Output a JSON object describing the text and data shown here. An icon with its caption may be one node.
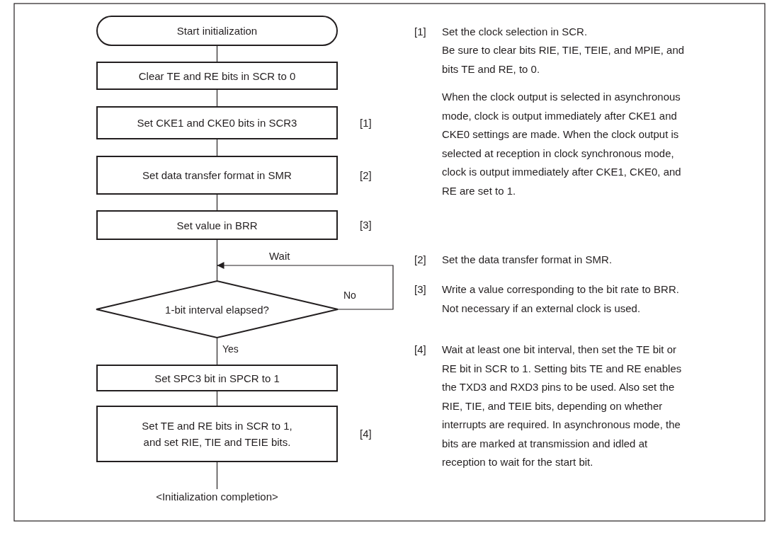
{
  "diagram": {
    "nodes": [
      {
        "text": [
          "Start initialization"
        ]
      },
      {
        "text": [
          "Clear TE and RE bits in SCR to 0"
        ]
      },
      {
        "text": [
          "Set CKE1 and CKE0 bits in SCR3"
        ],
        "beside": [
          "[1]"
        ]
      },
      {
        "text": [
          "Set data transfer format in SMR"
        ],
        "beside": [
          "[2]"
        ]
      },
      {
        "text": [
          "Set value in BRR"
        ],
        "beside": [
          "[3]"
        ]
      },
      {
        "text": [
          "1-bit interval elapsed?"
        ]
      },
      {
        "text": [
          "Set SPC3 bit in SPCR to 1"
        ]
      },
      {
        "text": [
          "Set TE and RE bits in SCR to 1, and set RIE, TIE and TEIE bits."
        ],
        "beside": [
          "[4]"
        ]
      },
      {
        "text": [
          "<Initialization completion>"
        ]
      }
    ],
    "edges": [
      {
        "from": 0,
        "to": 1,
        "arrow": "none"
      },
      {
        "from": 1,
        "to": 2,
        "arrow": "none"
      },
      {
        "from": 2,
        "to": 3,
        "arrow": "none"
      },
      {
        "from": 3,
        "to": 4,
        "arrow": "none"
      },
      {
        "from": 4,
        "to": 5,
        "arrow": "none"
      },
      {
        "from": 5,
        "to": 5,
        "label": "No",
        "arrow": "to"
      },
      {
        "from": 5,
        "to": 6,
        "label": "Yes",
        "arrow": "none"
      },
      {
        "from": 6,
        "to": 7,
        "arrow": "none"
      },
      {
        "from": 7,
        "to": 8,
        "arrow": "none"
      }
    ],
    "labels": [
      "Wait",
      "[1]",
      "Set the clock selection in SCR.",
      "Be sure to clear bits RIE, TIE, TEIE, and MPIE, and bits TE and RE, to 0.",
      "When the clock output is selected in asynchronous mode, clock is output immediately after CKE1 and CKE0 settings are made. When the clock output is selected at reception in clock synchronous mode, clock is output immediately after CKE1, CKE0, and RE are set to 1.",
      "[2]",
      "Set the data transfer format in SMR.",
      "[3]",
      "Write a value corresponding to the bit rate to BRR.  Not necessary if an external clock is used.",
      "[4]",
      "Wait at least one bit interval, then set the TE bit or RE bit in SCR to 1.  Setting bits TE and RE enables the TXD3 and RXD3 pins to be used. Also set the RIE, TIE, and TEIE bits, depending on whether interrupts are required. In asynchronous mode, the bits are marked at transmission and idled at reception to wait for the start bit."
    ]
  }
}
